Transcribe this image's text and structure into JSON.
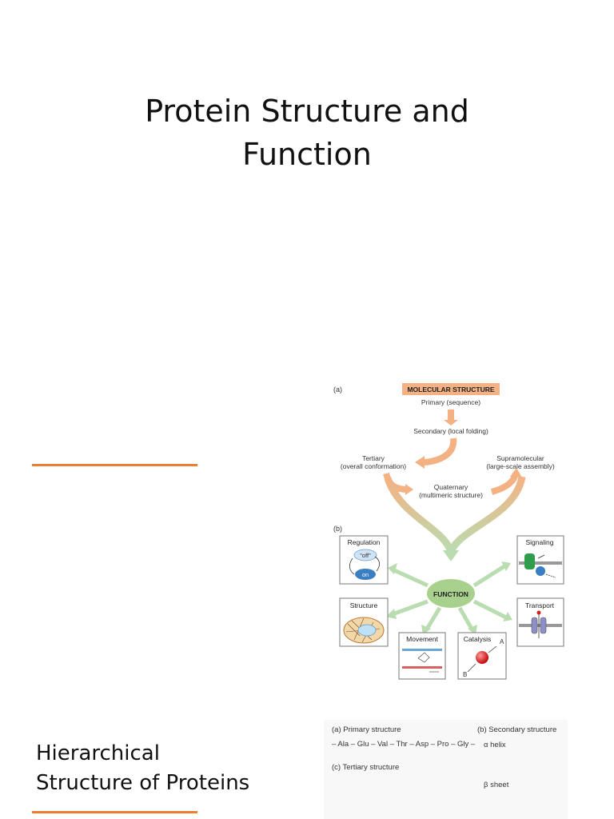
{
  "slide1": {
    "title_line1": "Protein Structure and",
    "title_line2": "Function"
  },
  "figure_a": {
    "panel_a_label": "(a)",
    "panel_b_label": "(b)",
    "header": "MOLECULAR STRUCTURE",
    "primary": "Primary (sequence)",
    "secondary": "Secondary (local folding)",
    "tertiary_1": "Tertiary",
    "tertiary_2": "(overall conformation)",
    "supra_1": "Supramolecular",
    "supra_2": "(large-scale assembly)",
    "quaternary_1": "Quaternary",
    "quaternary_2": "(multimeric structure)",
    "function": "FUNCTION",
    "regulation": "Regulation",
    "off": "\"off\"",
    "on": "on",
    "signaling": "Signaling",
    "structure": "Structure",
    "transport": "Transport",
    "movement": "Movement",
    "catalysis": "Catalysis",
    "a": "A",
    "b": "B"
  },
  "slide2": {
    "title_line1": "Hierarchical",
    "title_line2": "Structure of Proteins"
  },
  "figure_b": {
    "primary": "(a) Primary structure",
    "secondary": "(b) Secondary structure",
    "sequence": "– Ala – Glu – Val – Thr – Asp – Pro – Gly –",
    "alpha": "α helix",
    "tertiary": "(c) Tertiary structure",
    "beta": "β sheet"
  },
  "colors": {
    "accent": "#ed7d31",
    "header_fill": "#f4b183",
    "function_fill": "#a9d18e",
    "arrow_green": "#b9dcb0"
  }
}
